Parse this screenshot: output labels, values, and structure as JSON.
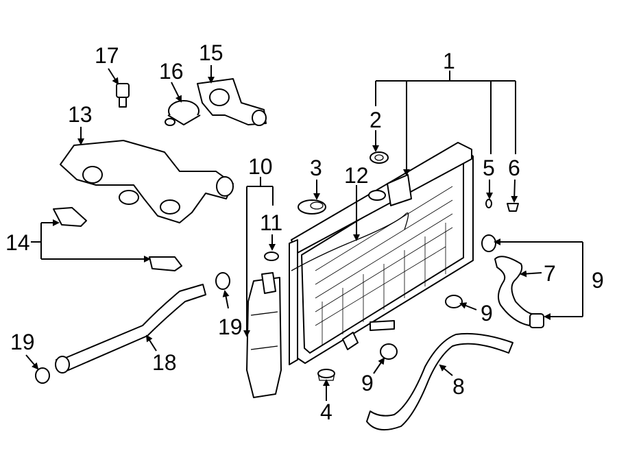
{
  "callouts": {
    "c1": "1",
    "c2": "2",
    "c3": "3",
    "c4": "4",
    "c5": "5",
    "c6": "6",
    "c7": "7",
    "c8": "8",
    "c9a": "9",
    "c9b": "9",
    "c9c": "9",
    "c10": "10",
    "c11": "11",
    "c12": "12",
    "c13": "13",
    "c14": "14",
    "c15": "15",
    "c16": "16",
    "c17": "17",
    "c18": "18",
    "c19a": "19",
    "c19b": "19"
  },
  "colors": {
    "ink": "#000000",
    "paper": "#ffffff"
  }
}
